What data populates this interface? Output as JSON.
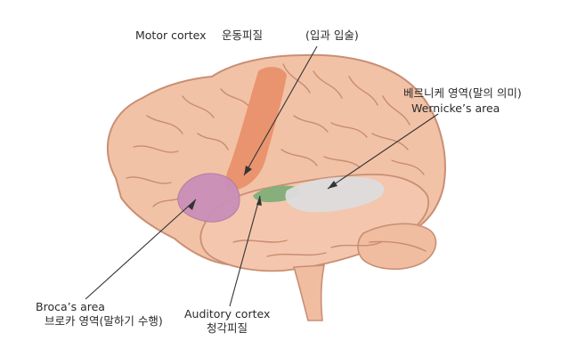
{
  "labels": {
    "motor_en": "Motor cortex",
    "motor_ko": "운동피질",
    "motor_note": "(입과 입술)",
    "wernicke_ko": "베르니케 영역(말의 의미)",
    "wernicke_en": "Wernicke’s area",
    "broca_en": "Broca’s area",
    "broca_ko": "브로카 영역(말하기 수행)",
    "auditory_en": "Auditory cortex",
    "auditory_ko": "청각피질"
  },
  "colors": {
    "brain_fill": "#f2c2a7",
    "brain_outline": "#c98f74",
    "sulcus": "#c98c72",
    "motor_cortex": "#e8906a",
    "broca_area": "#c98fb8",
    "auditory_cortex": "#7fae78",
    "wernicke_area": "#dcdcdc",
    "text": "#2a2a2a"
  }
}
